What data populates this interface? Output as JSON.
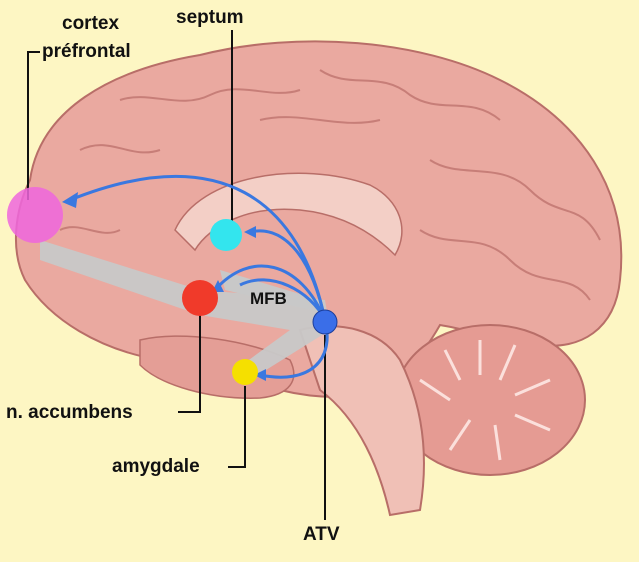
{
  "labels": {
    "cortex_line1": "cortex",
    "cortex_line2": "préfrontal",
    "septum": "septum",
    "mfb": "MFB",
    "accumbens": "n. accumbens",
    "amygdale": "amygdale",
    "atv": "ATV"
  },
  "colors": {
    "background": "#fdf6c3",
    "brain": "#eaa9a0",
    "prefrontal": "#ee66dd",
    "septum": "#33e5ee",
    "accumbens": "#f03a2a",
    "amygdale": "#f5e000",
    "atv": "#3a6ee8",
    "pathway": "#3a78e0",
    "mfb": "#c8c8c8"
  }
}
